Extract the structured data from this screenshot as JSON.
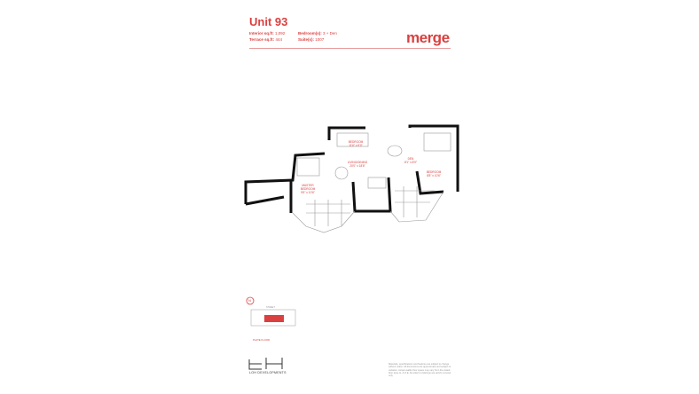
{
  "unit_title": "Unit 93",
  "specs": {
    "interior_label": "Interior sq.ft:",
    "interior_value": "1,092",
    "terrace_label": "Terrace sq.ft:",
    "terrace_value": "444",
    "bedrooms_label": "Bedroom(s):",
    "bedrooms_value": "3 + Den",
    "suites_label": "Suite(s):",
    "suites_value": "1007"
  },
  "brand": "merge",
  "accent_color": "#d9403f",
  "rooms": [
    {
      "name": "BEDROOM",
      "dims": "11'6\" x 9'0\""
    },
    {
      "name": "LIVING/DINING",
      "dims": "20'0\" x 18'6\""
    },
    {
      "name": "DEN",
      "dims": "8'1\" x 8'9\""
    },
    {
      "name": "BEDROOM",
      "dims": "8'8\" x 10'6\""
    },
    {
      "name": "MASTER BEDROOM",
      "dims": "9'6\" x 10'6\""
    }
  ],
  "keyplan": {
    "direction": "N",
    "street": "STREET",
    "floor": "PLATE FLOOR"
  },
  "developer": "LOH DEVELOPMENTS",
  "disclaimer": "Materials, specifications and features are subject to change without notice. All dimensions are approximate and subject to variation. Actual usable floor space may vary from the stated floor area. E. & O.E. All artist's renderings are artist's concept only."
}
